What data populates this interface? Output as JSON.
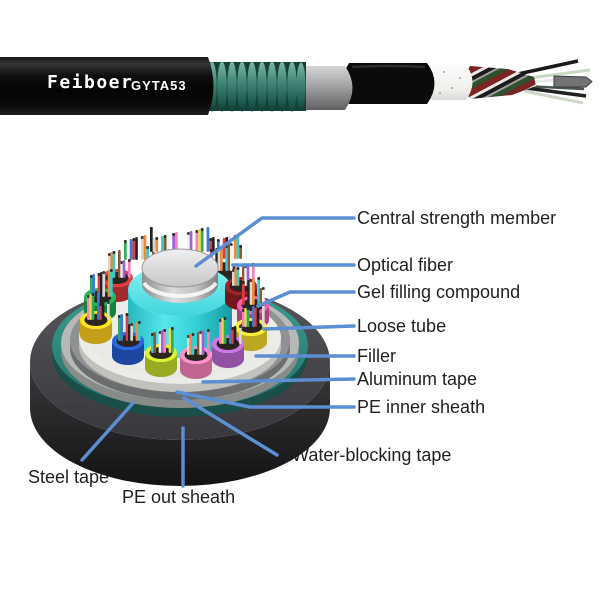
{
  "product": {
    "brand": "Feiboer",
    "model": "GYTA53"
  },
  "diagram": {
    "callouts": [
      {
        "id": "central-strength-member",
        "text": "Central strength member"
      },
      {
        "id": "optical-fiber",
        "text": "Optical fiber"
      },
      {
        "id": "gel-filling-compound",
        "text": "Gel filling compound"
      },
      {
        "id": "loose-tube",
        "text": "Loose tube"
      },
      {
        "id": "filler",
        "text": "Filler"
      },
      {
        "id": "aluminum-tape",
        "text": "Aluminum tape"
      },
      {
        "id": "pe-inner-sheath",
        "text": "PE inner sheath"
      },
      {
        "id": "water-blocking-tape",
        "text": "Water-blocking tape"
      },
      {
        "id": "steel-tape",
        "text": "Steel tape"
      },
      {
        "id": "pe-out-sheath",
        "text": "PE out sheath"
      }
    ],
    "colors": {
      "callout_line": "#5b8ed2",
      "label_text": "#1f1f1f",
      "pe_out_sheath": "#3a3a3e",
      "steel_tape": "#2f8e85",
      "water_blocking_tape": "#b7b9b7",
      "pe_inner_sheath": "#8f9193",
      "aluminum_tape": "#ebebe8",
      "filler_core": "#3ed6db",
      "central_strength_member": "#cfcfd1",
      "tube_palette": [
        "#1ea04e",
        "#f2c71d",
        "#2458c8",
        "#bfd52a",
        "#f07fb4",
        "#b666cc",
        "#e9d228",
        "#d84fa0",
        "#8e1d22",
        "#26262a",
        "#c93434"
      ]
    }
  }
}
